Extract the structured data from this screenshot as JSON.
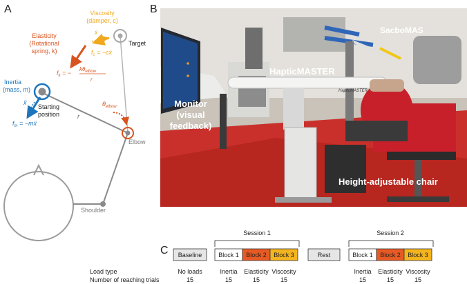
{
  "panels": {
    "a": {
      "letter": "A"
    },
    "b": {
      "letter": "B"
    },
    "c": {
      "letter": "C"
    }
  },
  "diagram": {
    "viscosity": {
      "title": "Viscosity",
      "subtitle": "(damper, c)",
      "xdot": "ẋ",
      "force": "f",
      "force_sub": "c",
      "force_eq": " = −cẋ",
      "color": "#f0a81e"
    },
    "target": {
      "label": "Target"
    },
    "elasticity": {
      "title": "Elasticity",
      "line2": "(Rotational",
      "line3": "spring, k)",
      "f": "f",
      "f_sub": "k",
      "f_eq": " = −",
      "numerator": "kθ",
      "numerator_sub": "elbow",
      "denominator": "r",
      "color": "#d9531e"
    },
    "inertia": {
      "title": "Inertia",
      "subtitle": "(mass, m)",
      "xddot": "ẍ",
      "f": "f",
      "f_sub": "m",
      "f_eq": " = −mẍ",
      "color": "#1c75bc"
    },
    "start": {
      "line1": "Starting",
      "line2": "position"
    },
    "theta": {
      "symbol": "θ",
      "sub": "elbow"
    },
    "r_label": "r",
    "elbow_label": "Elbow",
    "shoulder_label": "Shoulder"
  },
  "photo": {
    "sacbomas": "SacboMAS",
    "hapticmaster": "HapticMASTER",
    "hm_logo": "HapticMASTER",
    "monitor_line1": "Monitor",
    "monitor_line2": "(visual",
    "monitor_line3": "feedback)",
    "chair": "Height-adjustable chair"
  },
  "protocol": {
    "session1": "Session 1",
    "session2": "Session 2",
    "baseline": "Baseline",
    "rest": "Rest",
    "blocks": [
      {
        "label": "Block 1",
        "color": "#ffffff",
        "load": "Inertia",
        "trials": "15"
      },
      {
        "label": "Block 2",
        "color": "#e85a24",
        "load": "Elasticity",
        "trials": "15"
      },
      {
        "label": "Block 3",
        "color": "#f4b41e",
        "load": "Viscosity",
        "trials": "15"
      }
    ],
    "baseline_load_line1": "No loads",
    "baseline_trials": "15",
    "row_load_type": "Load type",
    "row_trials": "Number of reaching trials"
  }
}
